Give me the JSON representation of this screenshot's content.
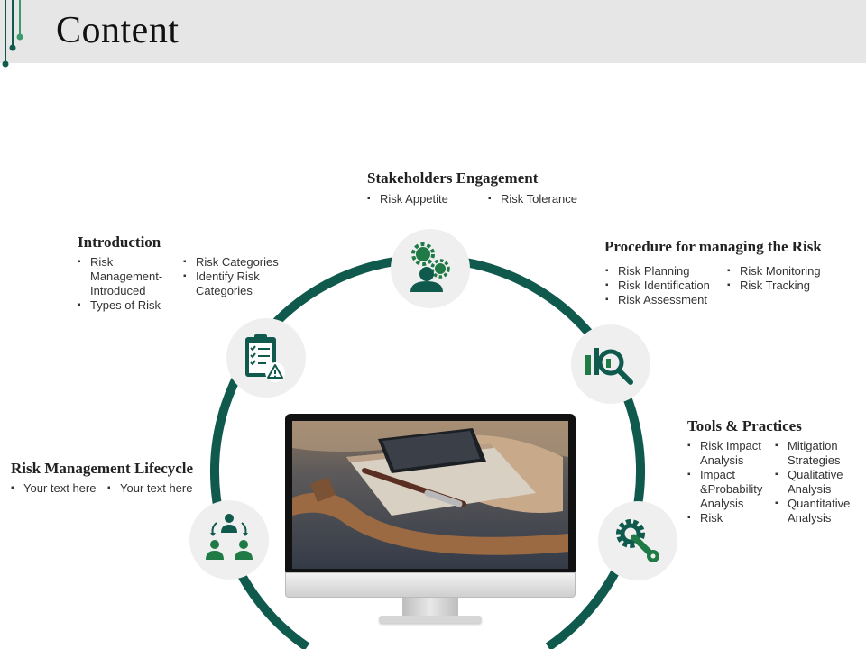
{
  "page": {
    "title": "Content"
  },
  "colors": {
    "accent": "#0f5a4d",
    "node_bg": "#efefef",
    "header_bg": "#e6e6e6"
  },
  "sections": {
    "stakeholders": {
      "title": "Stakeholders Engagement",
      "col1": [
        "Risk Appetite"
      ],
      "col2": [
        "Risk Tolerance"
      ],
      "icon": "team-gears-icon"
    },
    "introduction": {
      "title": "Introduction",
      "col1": [
        "Risk Management- Introduced",
        "Types of Risk"
      ],
      "col2": [
        "Risk Categories",
        "Identify Risk Categories"
      ],
      "icon": "checklist-warning-icon"
    },
    "procedure": {
      "title": "Procedure for managing the Risk",
      "col1": [
        "Risk Planning",
        "Risk Identification",
        "Risk Assessment"
      ],
      "col2": [
        "Risk Monitoring",
        "Risk Tracking"
      ],
      "icon": "chart-magnifier-icon"
    },
    "tools": {
      "title": "Tools & Practices",
      "col1": [
        "Risk Impact Analysis",
        "Impact &Probability Analysis",
        "Risk"
      ],
      "col2": [
        "Mitigation Strategies",
        "Qualitative Analysis",
        "Quantitative Analysis"
      ],
      "icon": "gear-wrench-icon"
    },
    "lifecycle": {
      "title": "Risk Management Lifecycle",
      "col1": [
        "Your text here"
      ],
      "col2": [
        "Your text here"
      ],
      "icon": "org-people-icon"
    }
  }
}
